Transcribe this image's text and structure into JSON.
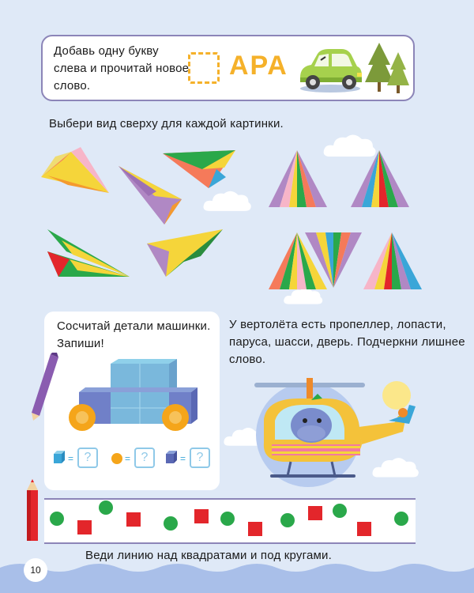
{
  "task1": {
    "text": "Добавь одну букву слева и прочитай новое слово.",
    "word": "АРА"
  },
  "task2": {
    "text": "Выбери вид сверху для каждой картинки."
  },
  "task3": {
    "text": "Сосчитай детали машинки. Запиши!",
    "answer_mark": "?"
  },
  "task4": {
    "text": "У вертолёта есть пропеллер, лопасти, паруса, шасси, дверь. Подчеркни лишнее слово."
  },
  "task5": {
    "text": "Веди линию над квадратами и под кругами."
  },
  "page_number": "10",
  "colors": {
    "background": "#dfe9f7",
    "accent_orange": "#f5b12a",
    "card_border": "#8c85b8",
    "green": "#2aa84a",
    "red": "#e3262b"
  }
}
